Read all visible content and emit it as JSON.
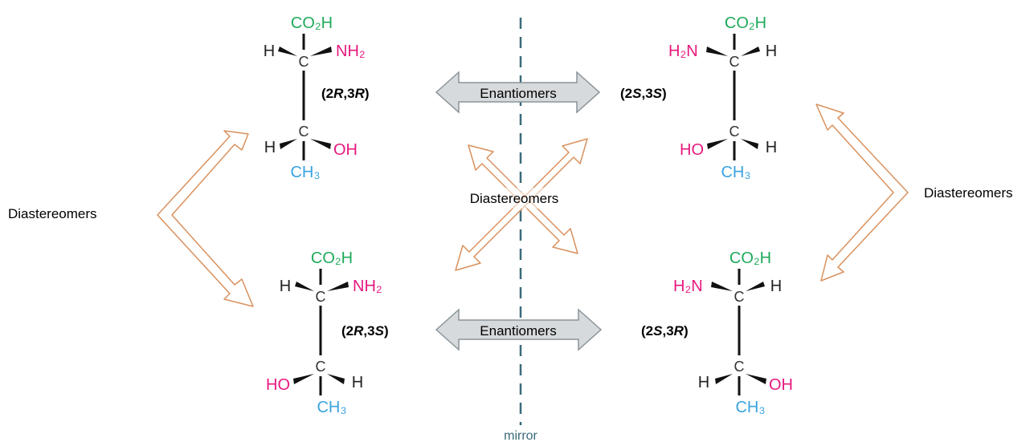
{
  "colors": {
    "carboxyl": "#1faa5b",
    "amino": "#e6197e",
    "hydroxyl": "#e6197e",
    "methyl": "#3aa3e0",
    "carbon": "#333333",
    "bond": "#111111",
    "mirror_line": "#3a6b7a",
    "enantiomer_arrow_fill": "#d7dadc",
    "enantiomer_arrow_stroke": "#8a9499",
    "diastereomer_arrow_stroke": "#d9915e"
  },
  "labels": {
    "enantiomers_top": "Enantiomers",
    "enantiomers_bottom": "Enantiomers",
    "diastereomers_left": "Diastereomers",
    "diastereomers_right": "Diastereomers",
    "diastereomers_center": "Diastereomers",
    "mirror": "mirror"
  },
  "atoms": {
    "carboxyl": "CO₂H",
    "amino_right": "NH₂",
    "amino_left": "H₂N",
    "hydroxyl_right": "OH",
    "hydroxyl_left": "HO",
    "methyl": "CH₃",
    "hydrogen": "H",
    "carbon": "C"
  },
  "molecules": [
    {
      "id": "2R3R",
      "config": {
        "p1": "(2",
        "a": "R",
        "p2": ",3",
        "b": "R",
        "p3": ")"
      }
    },
    {
      "id": "2S3S",
      "config": {
        "p1": "(2",
        "a": "S",
        "p2": ",3",
        "b": "S",
        "p3": ")"
      }
    },
    {
      "id": "2R3S",
      "config": {
        "p1": "(2",
        "a": "R",
        "p2": ",3",
        "b": "S",
        "p3": ")"
      }
    },
    {
      "id": "2S3R",
      "config": {
        "p1": "(2",
        "a": "S",
        "p2": ",3",
        "b": "R",
        "p3": ")"
      }
    }
  ]
}
